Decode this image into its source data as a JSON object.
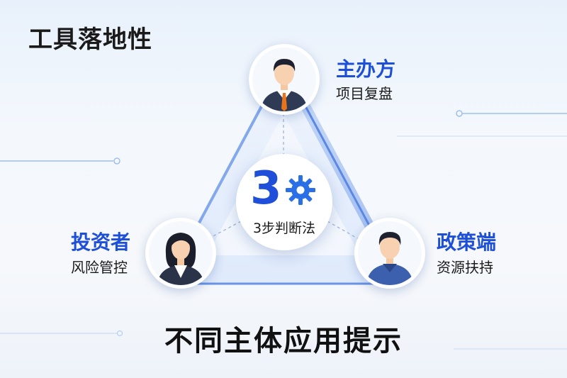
{
  "title": "工具落地性",
  "footer": "不同主体应用提示",
  "center": {
    "number": "3",
    "caption": "3步判断法"
  },
  "nodes": {
    "top": {
      "head": "主办方",
      "sub": "项目复盘",
      "avatar_icon": "man-orange-tie-avatar-icon"
    },
    "left": {
      "head": "投资者",
      "sub": "风险管控",
      "avatar_icon": "woman-suit-avatar-icon"
    },
    "right": {
      "head": "政策端",
      "sub": "资源扶持",
      "avatar_icon": "man-blue-shirt-avatar-icon"
    }
  },
  "colors": {
    "accent": "#1d4fd7",
    "triangle_edge": "#3b6fe0",
    "triangle_fill": "#cfe0f8"
  }
}
